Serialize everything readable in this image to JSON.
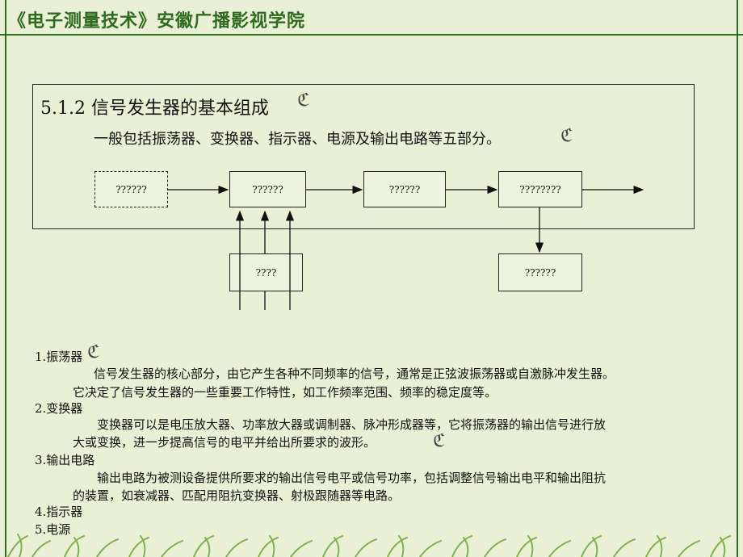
{
  "header": {
    "title": "《电子测量技术》安徽广播影视学院"
  },
  "section": {
    "title": "5.1.2  信号发生器的基本组成",
    "subtitle": "一般包括振荡器、变换器、指示器、电源及输出电路等五部分。"
  },
  "diagram": {
    "boxes": [
      {
        "id": "b1",
        "label": "??????"
      },
      {
        "id": "b2",
        "label": "??????"
      },
      {
        "id": "b3",
        "label": "??????"
      },
      {
        "id": "b4",
        "label": "????????"
      },
      {
        "id": "b5",
        "label": "????"
      },
      {
        "id": "b6",
        "label": "??????"
      }
    ]
  },
  "body": {
    "item1_title": "1.振荡器",
    "item1_line1": "信号发生器的核心部分，由它产生各种不同频率的信号，通常是正弦波振荡器或自激脉冲发生器。",
    "item1_line2": "它决定了信号发生器的一些重要工作特性，如工作频率范围、频率的稳定度等。",
    "item2_title": "2.变换器",
    "item2_line1": "变换器可以是电压放大器、功率放大器或调制器、脉冲形成器等，它将振荡器的输出信号进行放",
    "item2_line2": "大或变换，进一步提高信号的电平并给出所要求的波形。",
    "item3_title": "3.输出电路",
    "item3_line1": "输出电路为被测设备提供所要求的输出信号电平或信号功率，包括调整信号输出电平和输出阻抗",
    "item3_line2": "的装置，如衰减器、匹配用阻抗变换器、射极跟随器等电路。",
    "item4_title": "4.指示器",
    "item5_title": "5.电源"
  },
  "colors": {
    "background": "#e9f0d6",
    "accent": "#2f6b1e"
  }
}
